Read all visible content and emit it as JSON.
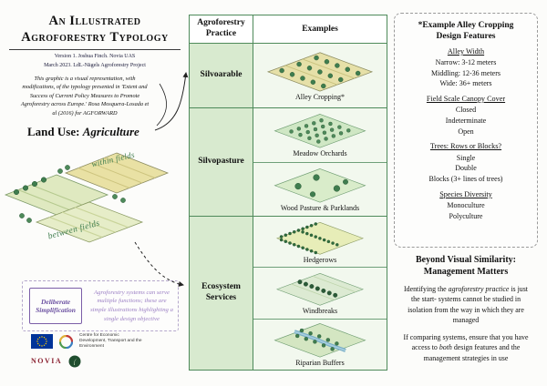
{
  "poster": {
    "title_line1": "An Illustrated",
    "title_line2": "Agroforestry Typology",
    "version_line1": "Version 1. Joshua Finch. Novia UAS",
    "version_line2": "March 2023. LdL-Nägels Agroforestry Project",
    "citation": "This graphic is a visual representation, with modifications, of the typology presented in 'Extent and Success of Current Policy Measures to Promote Agroforestry across Europe.' Rosa Mosquera-Losada et al (2016) for AGFORWARD",
    "land_use_label": "Land Use: ",
    "land_use_value": "Agriculture",
    "within_fields_label": "within fields",
    "between_fields_label": "between fields",
    "deliberate_box": {
      "title": "Deliberate Simplification",
      "note": "Agroforestry systems can serve multiple functions; these are simple illustrations highlighting a single design objective"
    },
    "logos": {
      "ely_text": "Centre for Economic Development, Transport and the Environment",
      "novia_text": "NOVIA"
    }
  },
  "table": {
    "header_practice": "Agroforestry Practice",
    "header_examples": "Examples",
    "rows": [
      {
        "practice": "Silvoarable",
        "examples": [
          {
            "caption": "Alley Cropping*"
          }
        ]
      },
      {
        "practice": "Silvopasture",
        "examples": [
          {
            "caption": "Meadow Orchards"
          },
          {
            "caption": "Wood Pasture & Parklands"
          }
        ]
      },
      {
        "practice": "Ecosystem Services",
        "examples": [
          {
            "caption": "Hedgerows"
          },
          {
            "caption": "Windbreaks"
          },
          {
            "caption": "Riparian Buffers"
          }
        ]
      }
    ]
  },
  "design_panel": {
    "title_line1": "*Example Alley Cropping",
    "title_line2": "Design Features",
    "sections": [
      {
        "heading": "Alley Width",
        "items": [
          "Narrow: 3-12 meters",
          "Middling: 12-36 meters",
          "Wide: 36+ meters"
        ]
      },
      {
        "heading": "Field Scale Canopy Cover",
        "items": [
          "Closed",
          "Indeterminate",
          "Open"
        ]
      },
      {
        "heading": "Trees: Rows or Blocks?",
        "items": [
          "Single",
          "Double",
          "Blocks (3+ lines of trees)"
        ]
      },
      {
        "heading": "Species Diversity",
        "items": [
          "Monoculture",
          "Polyculture"
        ]
      }
    ]
  },
  "management_panel": {
    "title_line1": "Beyond Visual Similarity:",
    "title_line2": "Management Matters",
    "p1_pre": "Identifying the ",
    "p1_em": "agroforestry practice",
    "p1_post": " is just the start- systems cannot be studied in isolation from the way in which they are managed",
    "p2_pre": "If comparing systems, ensure that you have access to ",
    "p2_em": "both",
    "p2_post": " design features and the management strategies in use"
  },
  "colors": {
    "table_border": "#4e8a5a",
    "practice_cell_bg": "#d8eacf",
    "examples_cell_bg": "#f2f8ee",
    "accent_purple": "#7b5ea7",
    "handwriting_green": "#3f7d4e",
    "novia_red": "#8b2332",
    "eu_blue": "#003399"
  }
}
